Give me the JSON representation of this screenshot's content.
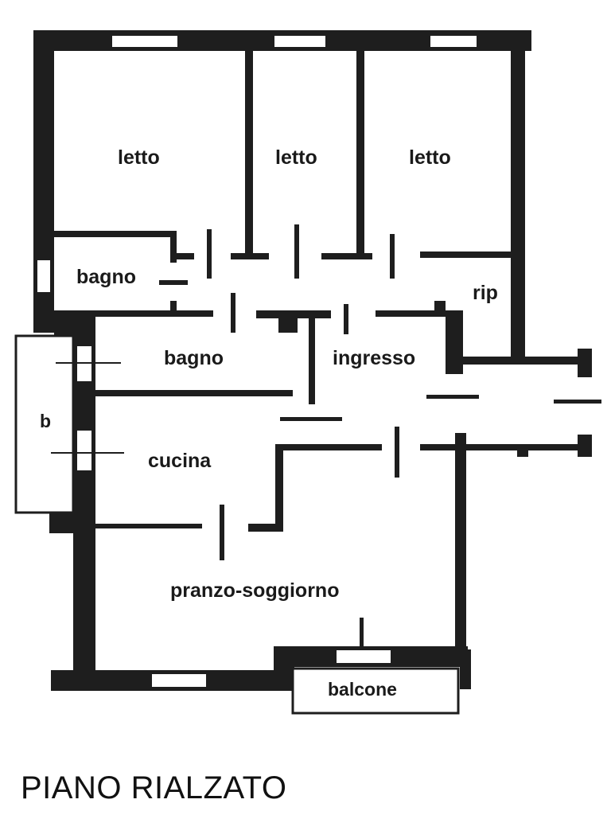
{
  "colors": {
    "wall": "#1e1e1e",
    "background": "#ffffff",
    "text": "#111111"
  },
  "rooms": {
    "letto_1": "letto",
    "letto_2": "letto",
    "letto_3": "letto",
    "bagno_1": "bagno",
    "bagno_2": "bagno",
    "rip": "rip",
    "ingresso": "ingresso",
    "b": "b",
    "cucina": "cucina",
    "pranzo_soggiorno": "pranzo-soggiorno",
    "balcone": "balcone"
  },
  "caption": "PIANO RIALZATO"
}
